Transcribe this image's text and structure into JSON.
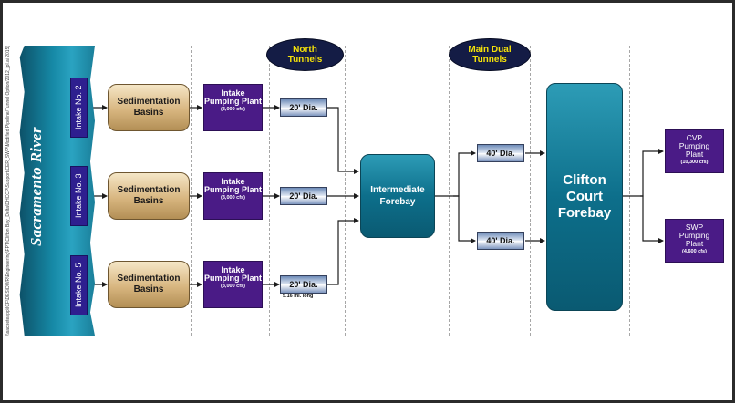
{
  "side_note": "\\\\sacneteapp\\ICF\\DES\\DWR\\Engineering\\FPT\\Clifton Bay_Delta\\DHCCP\\Support\\CER_SWP\\Modified Pipeline/Tunnel Option/2012_jpl.ai 2015(03)",
  "river": {
    "label": "Sacramento River"
  },
  "intakes": [
    {
      "label": "Intake No. 2"
    },
    {
      "label": "Intake No. 3"
    },
    {
      "label": "Intake No. 5"
    }
  ],
  "sedimentation": {
    "label": "Sedimentation Basins"
  },
  "intake_plant": {
    "label": "Intake Pumping Plant",
    "capacity": "(3,000 cfs)"
  },
  "headers": {
    "north_tunnels": "North Tunnels",
    "main_dual_tunnels": "Main Dual Tunnels"
  },
  "north_tunnels": [
    {
      "label": "20' Dia."
    },
    {
      "label": "20' Dia."
    },
    {
      "label": "20' Dia.",
      "note": "5.16 mi. long"
    }
  ],
  "intermediate_forebay": {
    "label": "Intermediate Forebay"
  },
  "main_tunnels": [
    {
      "label": "40' Dia."
    },
    {
      "label": "40' Dia."
    }
  ],
  "clifton_court": {
    "label": "Clifton Court Forebay"
  },
  "outputs": [
    {
      "label": "CVP Pumping Plant",
      "capacity": "(10,300 cfs)"
    },
    {
      "label": "SWP Pumping Plant",
      "capacity": "(4,600 cfs)"
    }
  ]
}
